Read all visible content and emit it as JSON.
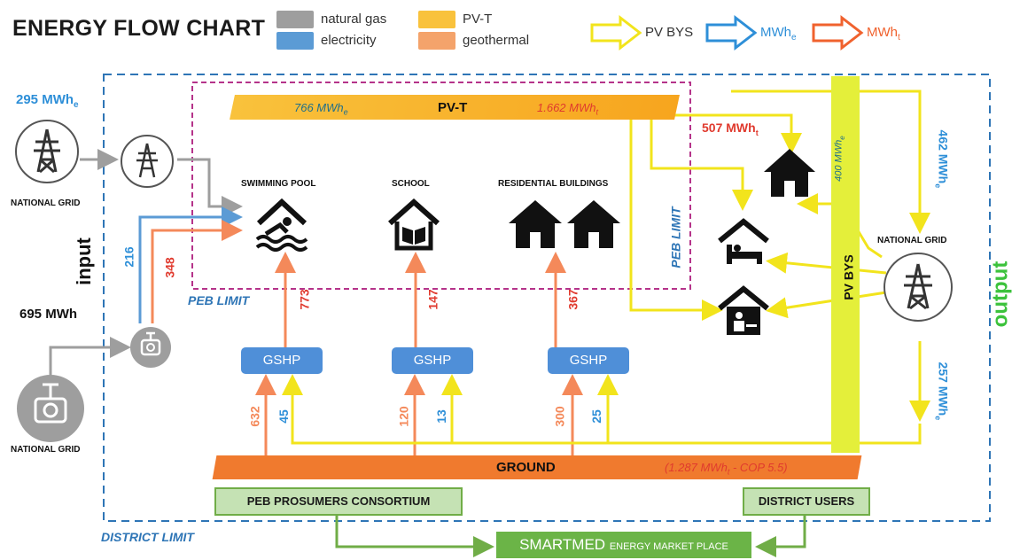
{
  "title": "ENERGY FLOW CHART",
  "legend": {
    "natural_gas": {
      "label": "natural gas",
      "color": "#9e9e9e"
    },
    "electricity": {
      "label": "electricity",
      "color": "#5b9bd5"
    },
    "pvt": {
      "label": "PV-T",
      "color": "#f9c23c"
    },
    "geothermal": {
      "label": "geothermal",
      "color": "#f4a36b"
    },
    "pv_bys": {
      "label": "PV BYS",
      "color": "#f2e41c"
    },
    "mwhe": {
      "label": "MWh",
      "sub": "e",
      "color": "#2e8fd8"
    },
    "mwht": {
      "label": "MWh",
      "sub": "t",
      "color": "#f0622e"
    }
  },
  "inputs": {
    "grid_elec_value": "295 MWh",
    "grid_elec_sub": "e",
    "grid_label_top": "NATIONAL GRID",
    "gas_value": "695 MWh",
    "grid_label_bottom": "NATIONAL GRID",
    "side_label": "input",
    "elec_216": "216",
    "geo_348": "348"
  },
  "pvt_bar": {
    "label": "PV-T",
    "elec": "766 MWh",
    "elec_sub": "e",
    "thermal": "1.662 MWh",
    "thermal_sub": "t"
  },
  "buildings": {
    "pool": "SWIMMING POOL",
    "school": "SCHOOL",
    "residential": "RESIDENTIAL BUILDINGS"
  },
  "peb_limit": "PEB LIMIT",
  "peb_limit_vertical": "PEB LIMIT",
  "district_limit": "DISTRICT LIMIT",
  "gshp": [
    "GSHP",
    "GSHP",
    "GSHP"
  ],
  "flows": {
    "pool_up": "773",
    "school_up": "147",
    "res_up": "367",
    "pool_geo": "632",
    "pool_el": "45",
    "school_geo": "120",
    "school_el": "13",
    "res_geo": "300",
    "res_el": "25"
  },
  "ground": {
    "label": "GROUND",
    "note": "(1.287 MWh",
    "note_sub": "t",
    "note_end": " - COP 5.5)"
  },
  "outputs": {
    "mwht_507": "507 MWh",
    "mwht_507_sub": "t",
    "pvbys_400": "400 MWh",
    "pvbys_400_sub": "e",
    "out_462": "462 MWh",
    "out_462_sub": "e",
    "out_257": "257 MWh",
    "out_257_sub": "e",
    "grid_label": "NATIONAL GRID",
    "pv_bys_bar": "PV BYS",
    "side_label": "output"
  },
  "bottom": {
    "consortium": "PEB  PROSUMERS CONSORTIUM",
    "district_users": "DISTRICT USERS",
    "smartmed": "SMARTMED",
    "smartmed_small": "ENERGY MARKET PLACE"
  }
}
